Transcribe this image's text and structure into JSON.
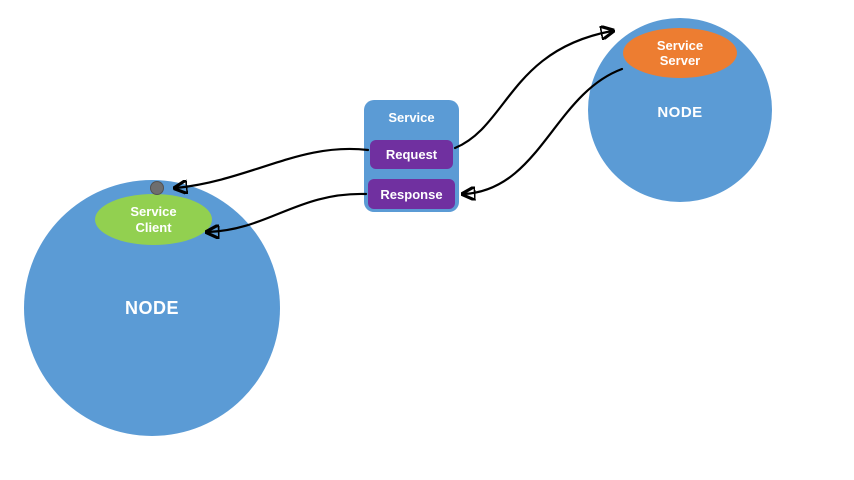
{
  "diagram": {
    "left_node": {
      "label": "NODE",
      "client_label": "Service Client"
    },
    "right_node": {
      "label": "NODE",
      "server_label": "Service Server"
    },
    "service_box": {
      "title": "Service",
      "request_label": "Request",
      "response_label": "Response"
    }
  },
  "colors": {
    "background": "#ffffff",
    "node_blue": "#5b9bd5",
    "client_green": "#92d050",
    "server_orange": "#ed7d31",
    "message_purple": "#7030a0",
    "dot_gray": "#6e6e6e",
    "arrow_black": "#000000"
  }
}
